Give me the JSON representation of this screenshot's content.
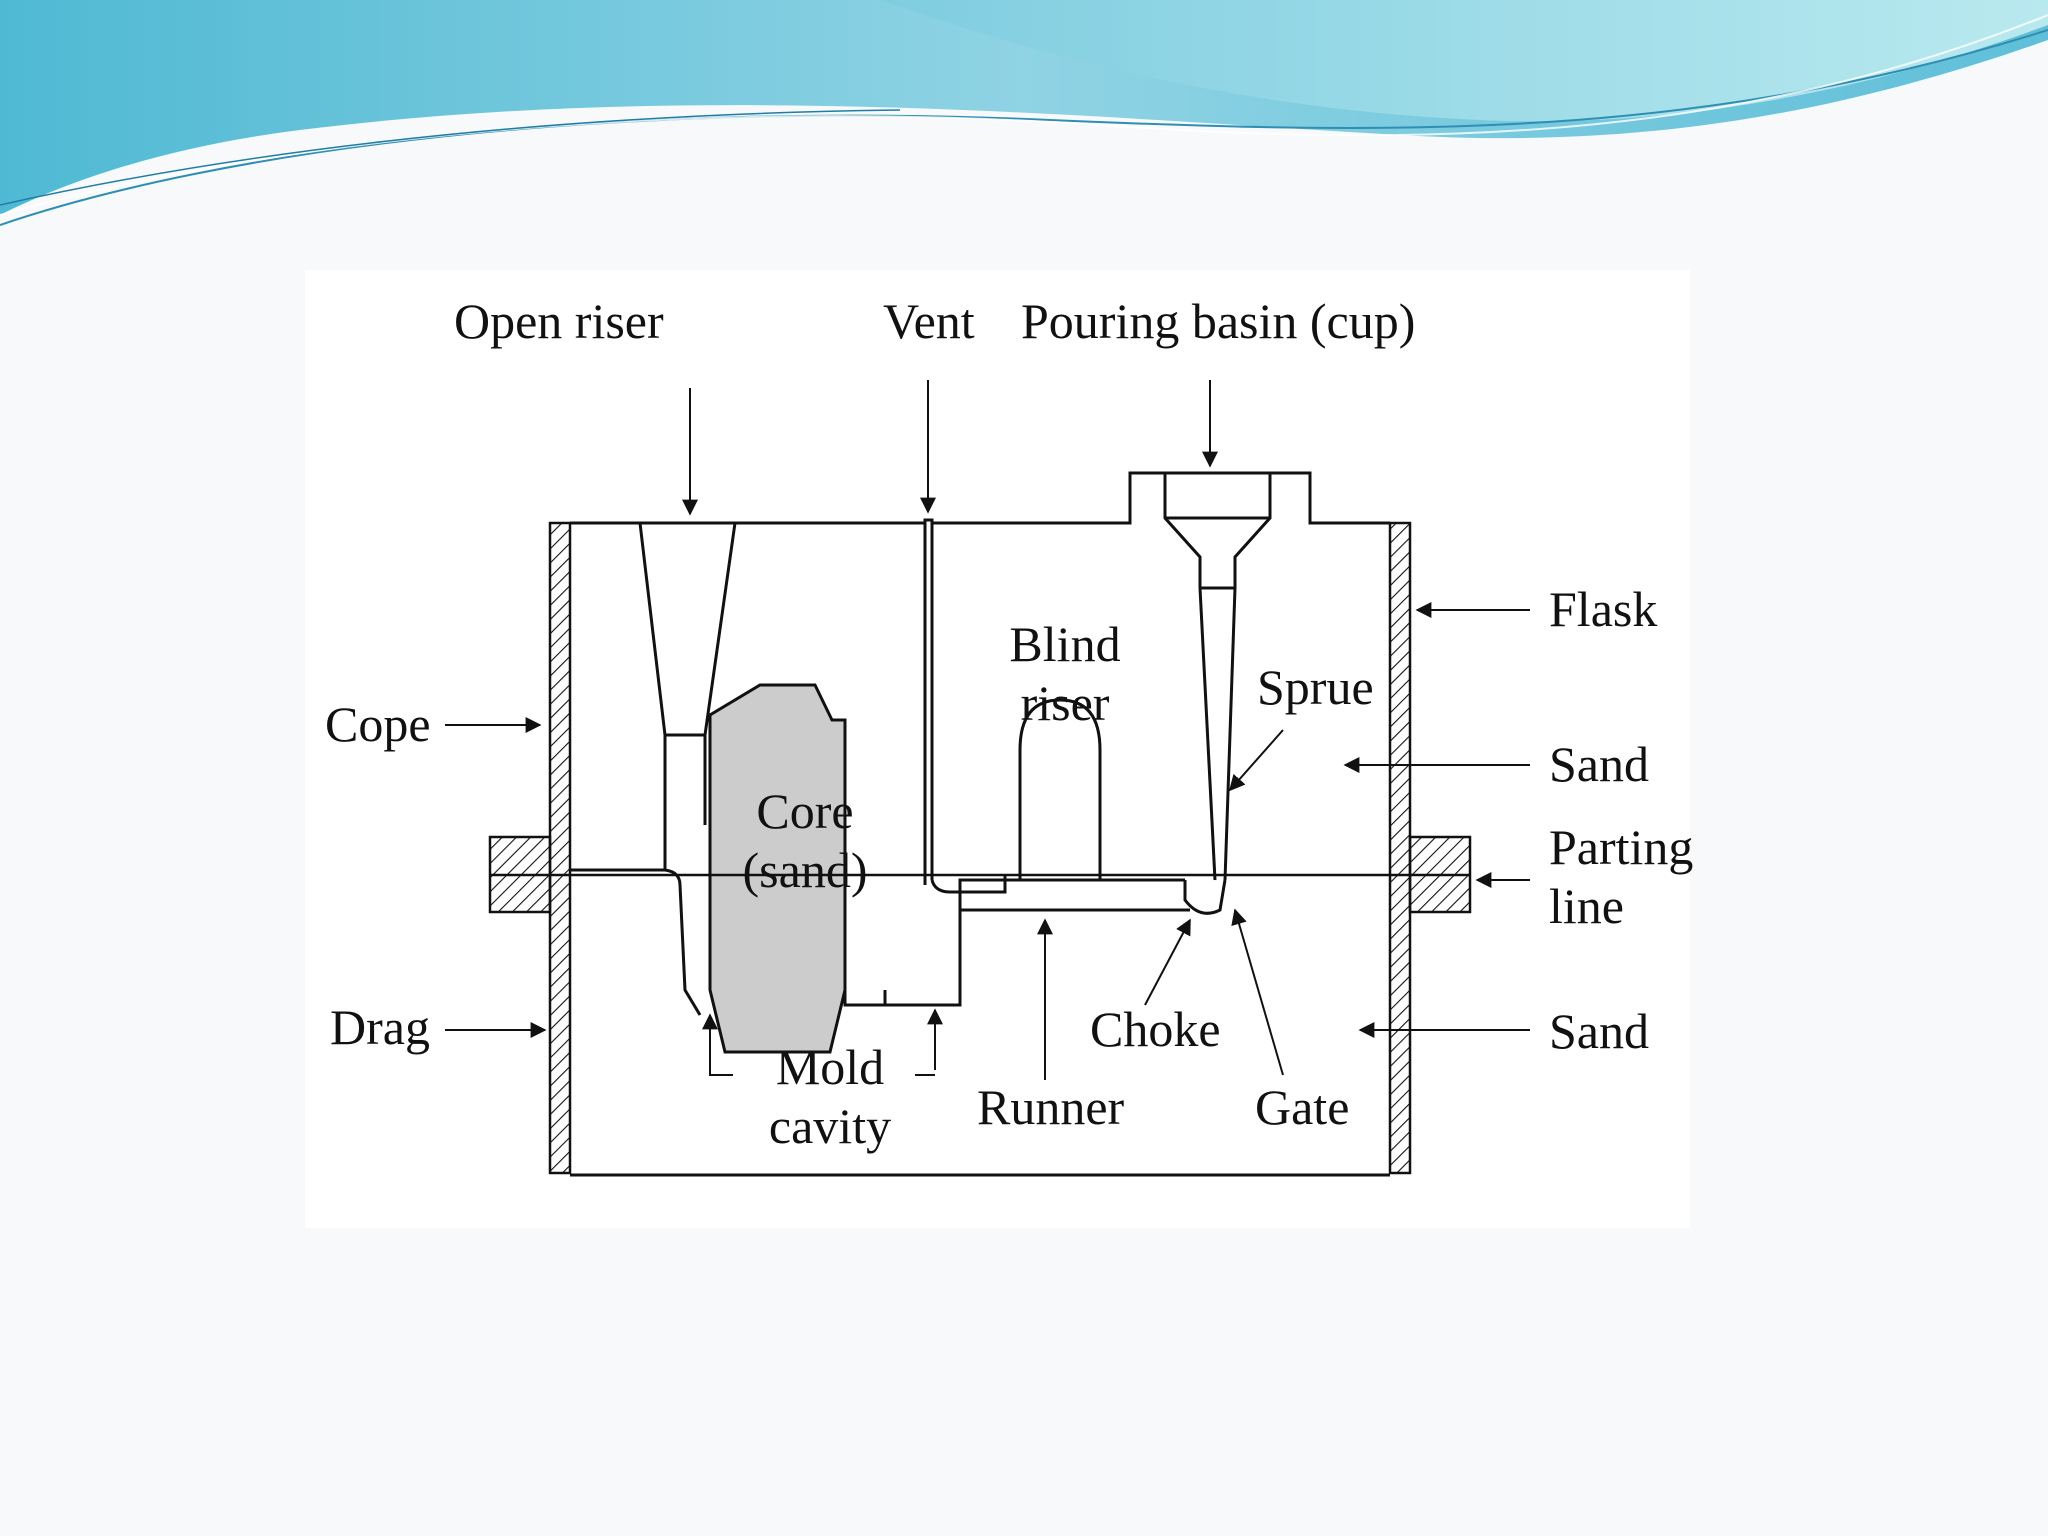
{
  "colors": {
    "header_wave_light": "#a9e4ec",
    "header_wave_mid": "#7fcce0",
    "header_wave_dark": "#4aa9c8",
    "core_fill": "#cccccc",
    "line": "#111111",
    "background": "#f8f9fb"
  },
  "diagram": {
    "labels": {
      "open_riser": "Open riser",
      "vent": "Vent",
      "pouring_basin": "Pouring basin (cup)",
      "flask": "Flask",
      "blind_riser": "Blind\nriser",
      "sprue": "Sprue",
      "cope": "Cope",
      "sand_upper": "Sand",
      "parting_line": "Parting\nline",
      "core": "Core\n(sand)",
      "drag": "Drag",
      "choke": "Choke",
      "sand_lower": "Sand",
      "mold_cavity": "Mold\ncavity",
      "runner": "Runner",
      "gate": "Gate"
    }
  }
}
